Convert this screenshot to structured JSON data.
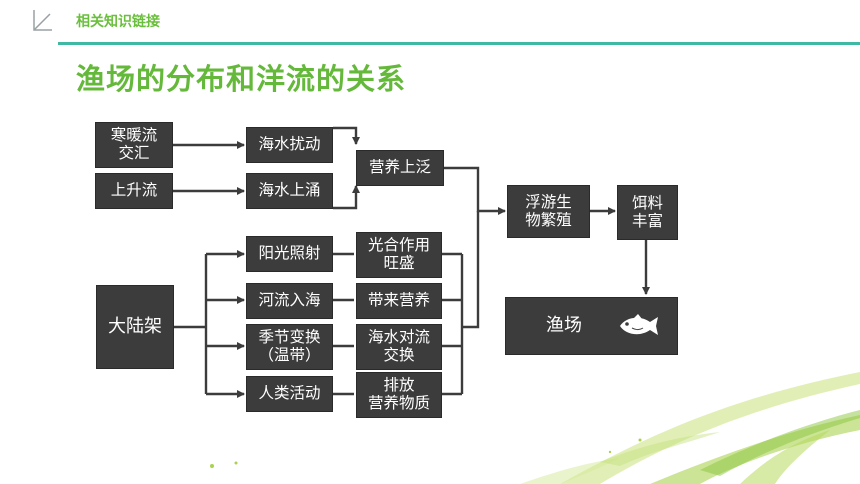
{
  "header": {
    "section_label": "相关知识链接",
    "title": "渔场的分布和洋流的关系"
  },
  "nodes": {
    "warm_cold": "寒暖流\n交汇",
    "upwelling": "上升流",
    "stir": "海水扰动",
    "rise": "海水上涌",
    "nutrients_up": "营养上泛",
    "plankton": "浮游生\n物繁殖",
    "bait": "饵料\n丰富",
    "fishery": "渔场",
    "shelf": "大陆架",
    "sunlight": "阳光照射",
    "river": "河流入海",
    "season": "季节变换\n（温带）",
    "human": "人类活动",
    "photosynthesis": "光合作用\n旺盛",
    "bring_nutrients": "带来营养",
    "exchange": "海水对流\n交换",
    "emission": "排放\n营养物质"
  },
  "icons": {
    "fish": "fish-icon",
    "header": "corner-arrow-icon"
  },
  "colors": {
    "box": "#3c3c3c",
    "accent_green": "#64b83a",
    "header_line": "#3fb9a3",
    "arrow": "#3c3c3c"
  }
}
